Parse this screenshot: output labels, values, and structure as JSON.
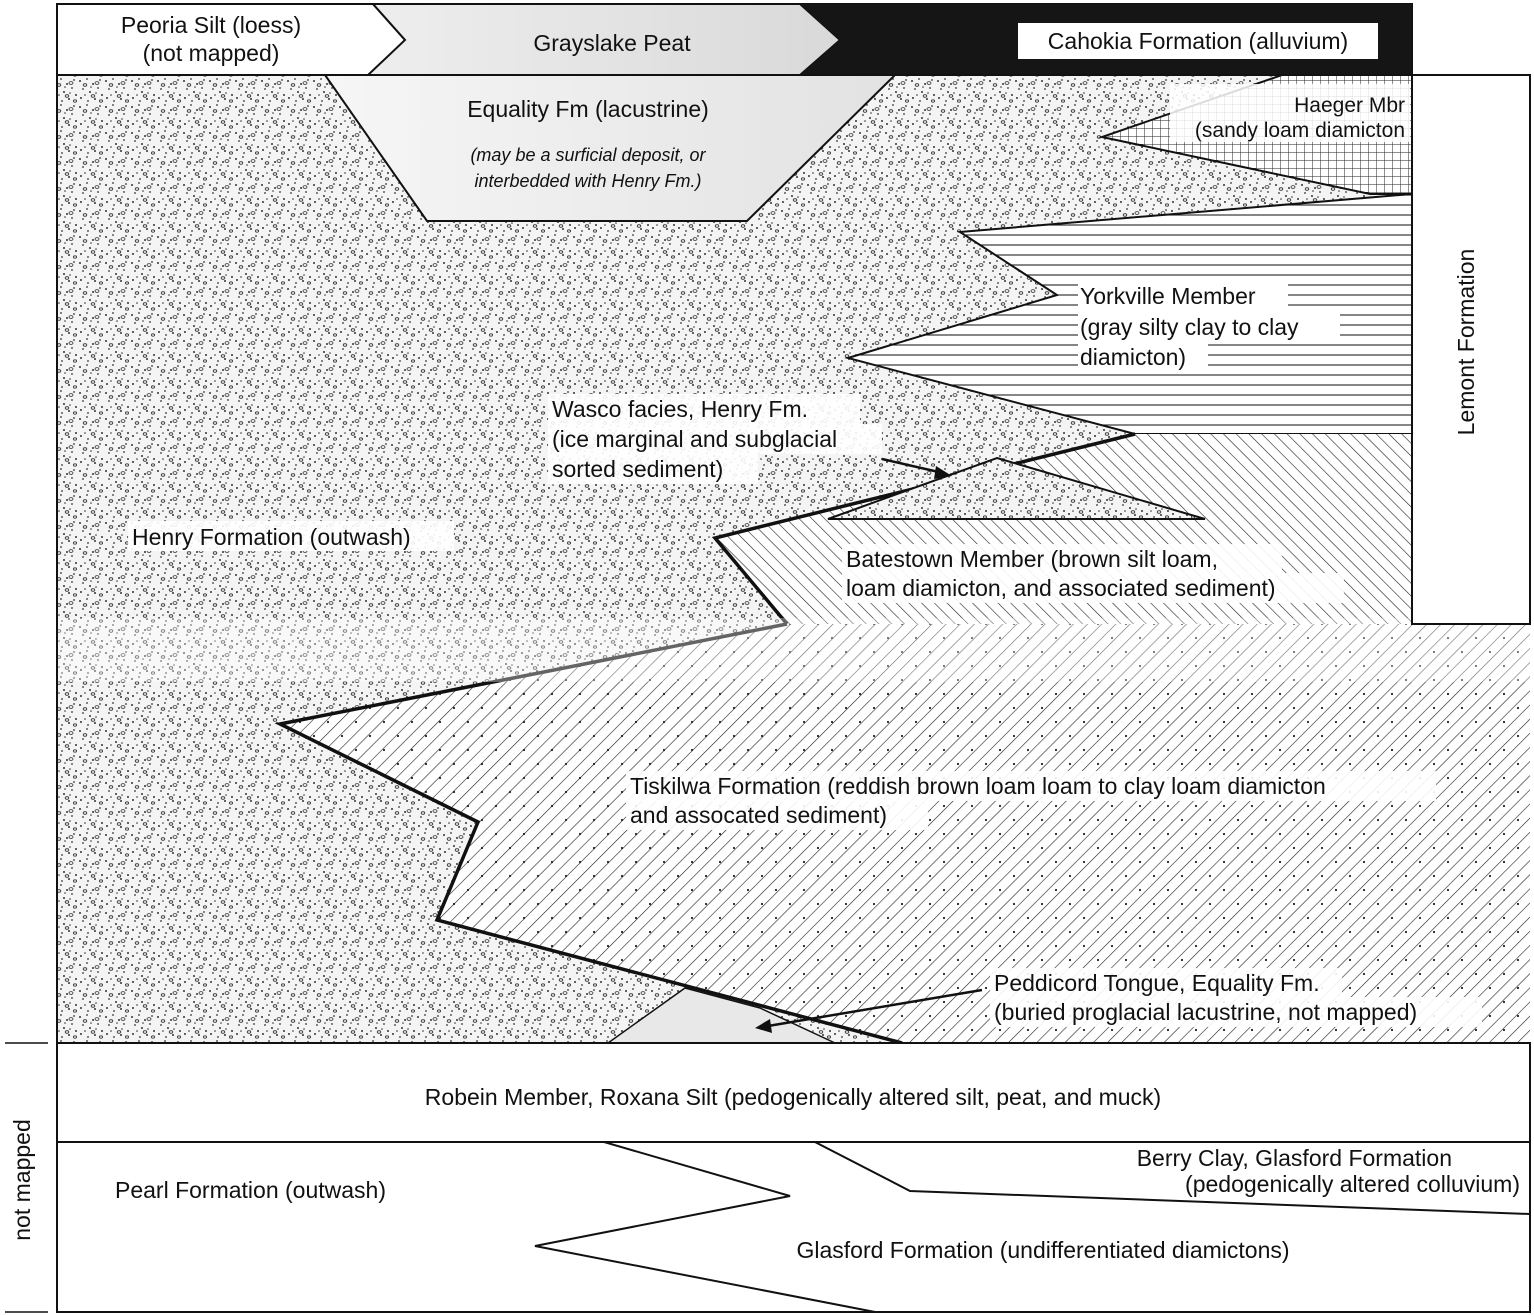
{
  "top_units": {
    "peoria": [
      "Peoria Silt (loess)",
      "(not mapped)"
    ],
    "grayslake": "Grayslake Peat",
    "cahokia": "Cahokia Formation (alluvium)"
  },
  "units": {
    "equality": "Equality Fm (lacustrine)",
    "equality_note": [
      "(may be a surficial deposit, or",
      "interbedded with Henry Fm.)"
    ],
    "haeger": [
      "Haeger Mbr",
      "(sandy loam diamicton"
    ],
    "yorkville": [
      "Yorkville Member",
      "(gray silty clay to clay",
      "diamicton)"
    ],
    "lemont": "Lemont Formation",
    "wasco": [
      "Wasco facies, Henry Fm.",
      "(ice marginal and subglacial",
      "sorted sediment)"
    ],
    "henry": "Henry Formation (outwash)",
    "batestown": [
      "Batestown Member (brown silt loam,",
      "loam diamicton, and associated sediment)"
    ],
    "tiskilwa": [
      "Tiskilwa Formation (reddish brown loam loam to clay loam diamicton",
      "and assocated sediment)"
    ],
    "peddicord": [
      "Peddicord Tongue, Equality Fm.",
      "(buried proglacial lacustrine, not mapped)"
    ],
    "robein": "Robein Member, Roxana Silt (pedogenically altered silt, peat, and muck)",
    "berry": [
      "Berry Clay, Glasford Formation",
      "(pedogenically altered colluvium)"
    ],
    "pearl": "Pearl Formation (outwash)",
    "glasford": "Glasford Formation (undifferentiated diamictons)"
  },
  "side_label": "not mapped"
}
